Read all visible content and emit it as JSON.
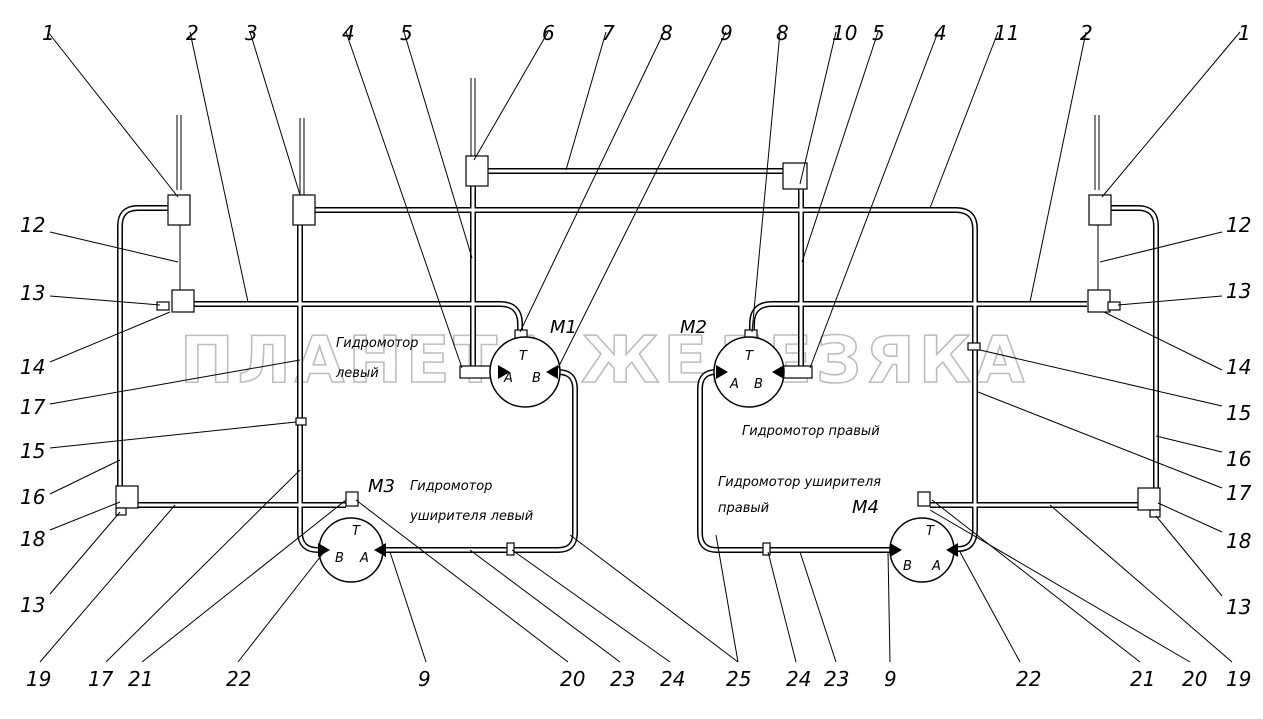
{
  "watermark": "ПЛАНЕТА ЖЕЛЕЗЯКА",
  "motors": [
    {
      "id": "M1",
      "label": "M1",
      "t": "T",
      "a": "A",
      "b": "B"
    },
    {
      "id": "M2",
      "label": "M2",
      "t": "T",
      "a": "A",
      "b": "B"
    },
    {
      "id": "M3",
      "label": "M3",
      "t": "T",
      "a": "A",
      "b": "B"
    },
    {
      "id": "M4",
      "label": "M4",
      "t": "T",
      "a": "A",
      "b": "B"
    }
  ],
  "labels": {
    "m1_line1": "Гидромотор",
    "m1_line2": "левый",
    "m2": "Гидромотор правый",
    "m3_line1": "Гидромотор",
    "m3_line2": "уширителя левый",
    "m4_line1": "Гидромотор уширителя",
    "m4_line2": "правый"
  },
  "callouts": [
    "1",
    "2",
    "3",
    "4",
    "5",
    "6",
    "7",
    "8",
    "9",
    "8",
    "10",
    "5",
    "4",
    "11",
    "2",
    "1",
    "12",
    "12",
    "13",
    "13",
    "14",
    "14",
    "17",
    "17",
    "15",
    "15",
    "16",
    "16",
    "18",
    "18",
    "13",
    "13",
    "19",
    "17",
    "21",
    "22",
    "9",
    "20",
    "23",
    "24",
    "25",
    "24",
    "23",
    "9",
    "22",
    "21",
    "20",
    "19"
  ]
}
